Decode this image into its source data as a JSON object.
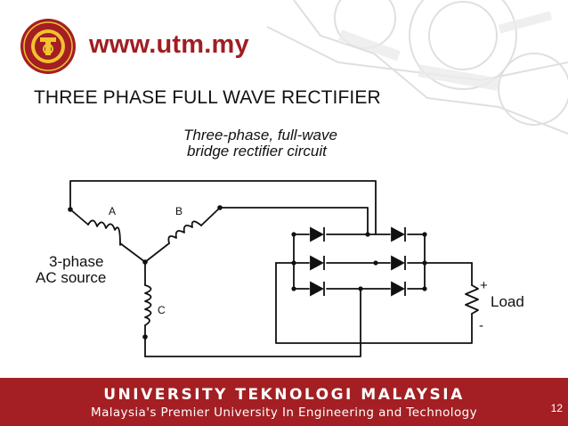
{
  "header": {
    "site_url": "www.utm.my",
    "slide_title": "THREE PHASE FULL WAVE RECTIFIER"
  },
  "diagram": {
    "caption_line1": "Three-phase, full-wave",
    "caption_line2": "bridge rectifier circuit",
    "phase_a": "A",
    "phase_b": "B",
    "phase_c": "C",
    "source_line1": "3-phase",
    "source_line2": "AC source",
    "load_label": "Load",
    "plus_sign": "+",
    "minus_sign": "-"
  },
  "footer": {
    "university": "UNIVERSITY TEKNOLOGI MALAYSIA",
    "tagline": "Malaysia's Premier University In Engineering and Technology",
    "slide_number": "12"
  },
  "colors": {
    "brand_red": "#a31f23",
    "text": "#111111"
  }
}
